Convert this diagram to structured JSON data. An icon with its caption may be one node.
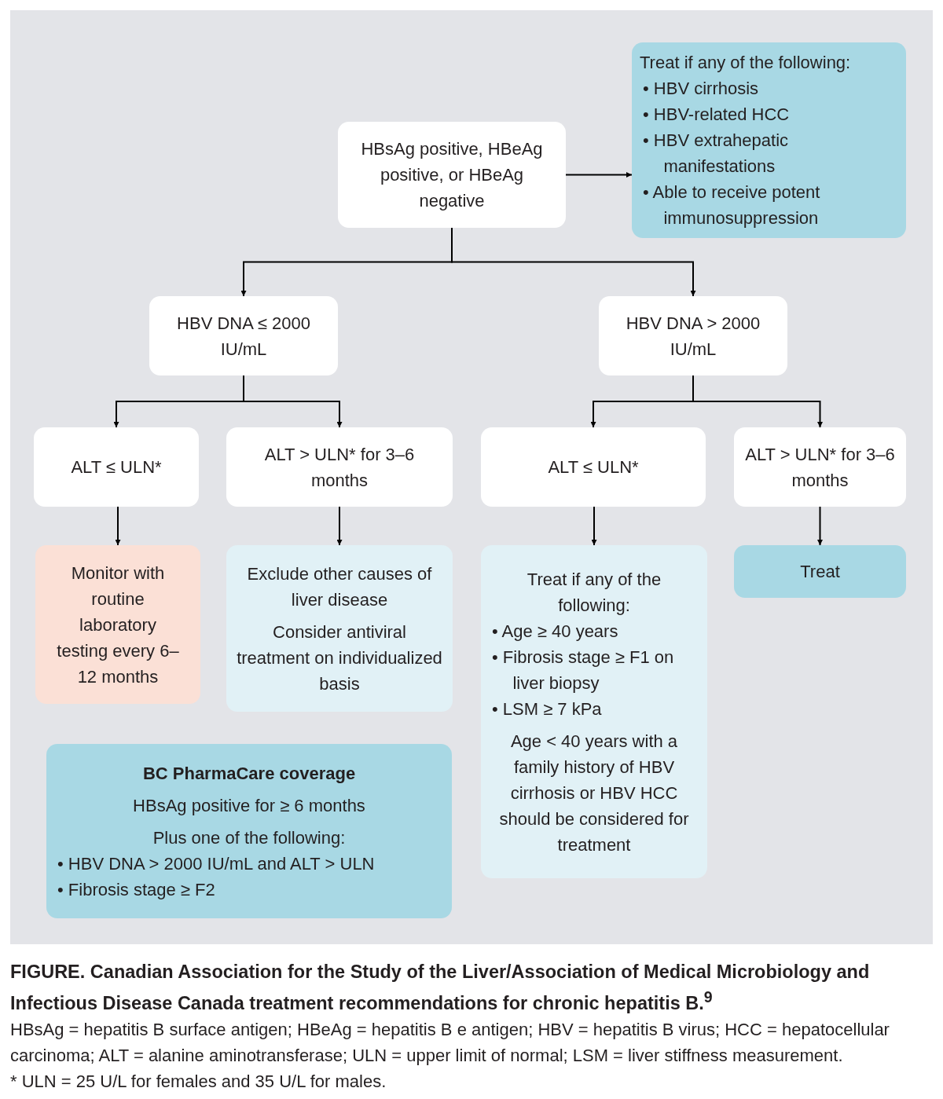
{
  "diagram": {
    "title": "FIGURE. Canadian Association for the Study of the Liver/Association of Medical Microbiology and Infectious Disease Canada treatment recommendations for chronic hepatitis B.$^{9}$",
    "caption": "HBsAg = hepatitis B surface antigen; HBeAg = hepatitis B e antigen; HBV = hepatitis B virus; HCC = hepatocellular carcinoma; ALT = alanine aminotransferase; ULN = upper limit of normal; LSM = liver stiffness measurement.",
    "nodes": [
      {
        "text": [
          "HBsAg positive, HBeAg positive, or HBeAg negative"
        ]
      },
      {
        "text": [
          "Treat if any of the following:",
          "• HBV cirrhosis",
          "• HBV-related HCC",
          "• HBV extrahepatic manifestations",
          "• Able to receive potent immunosuppression"
        ]
      },
      {
        "text": [
          "HBV DNA ≤ 2000 IU/mL"
        ]
      },
      {
        "text": [
          "HBV DNA > 2000 IU/mL"
        ]
      },
      {
        "text": [
          "ALT ≤ ULN*"
        ]
      },
      {
        "text": [
          "ALT > ULN* for 3–6 months"
        ]
      },
      {
        "text": [
          "ALT ≤ ULN*"
        ]
      },
      {
        "text": [
          "ALT > ULN* for 3–6 months"
        ]
      },
      {
        "text": [
          "Monitor with routine laboratory testing every 6–12 months"
        ]
      },
      {
        "text": [
          "Exclude other causes of liver disease",
          "Consider antiviral treatment on individualized basis"
        ]
      },
      {
        "text": [
          "Treat if any of the following:",
          "• Age ≥ 40 years",
          "• Fibrosis stage ≥ F1 on liver biopsy",
          "• LSM ≥ 7 kPa",
          "Age < 40 years with a family history of HBV cirrhosis or HBV HCC should be considered for treatment"
        ]
      },
      {
        "text": [
          "Treat"
        ]
      },
      {
        "text": [
          "BC PharmaCare coverage",
          "HBsAg positive for ≥ 6 months",
          "Plus one of the following:",
          "• HBV DNA > 2000 IU/mL and ALT > ULN",
          "• Fibrosis stage ≥ F2"
        ]
      }
    ],
    "edges": [
      {
        "from": 0,
        "to": 1,
        "arrow": "to"
      },
      {
        "from": 0,
        "to": 2,
        "arrow": "to"
      },
      {
        "from": 0,
        "to": 3,
        "arrow": "to"
      },
      {
        "from": 2,
        "to": 4,
        "arrow": "to"
      },
      {
        "from": 2,
        "to": 5,
        "arrow": "to"
      },
      {
        "from": 3,
        "to": 6,
        "arrow": "to"
      },
      {
        "from": 3,
        "to": 7,
        "arrow": "to"
      },
      {
        "from": 4,
        "to": 8,
        "arrow": "to"
      },
      {
        "from": 5,
        "to": 9,
        "arrow": "to"
      },
      {
        "from": 6,
        "to": 10,
        "arrow": "to"
      },
      {
        "from": 7,
        "to": 11,
        "arrow": "to"
      }
    ],
    "labels": [
      "* ULN = 25 U/L for females and 35 U/L for males."
    ]
  }
}
